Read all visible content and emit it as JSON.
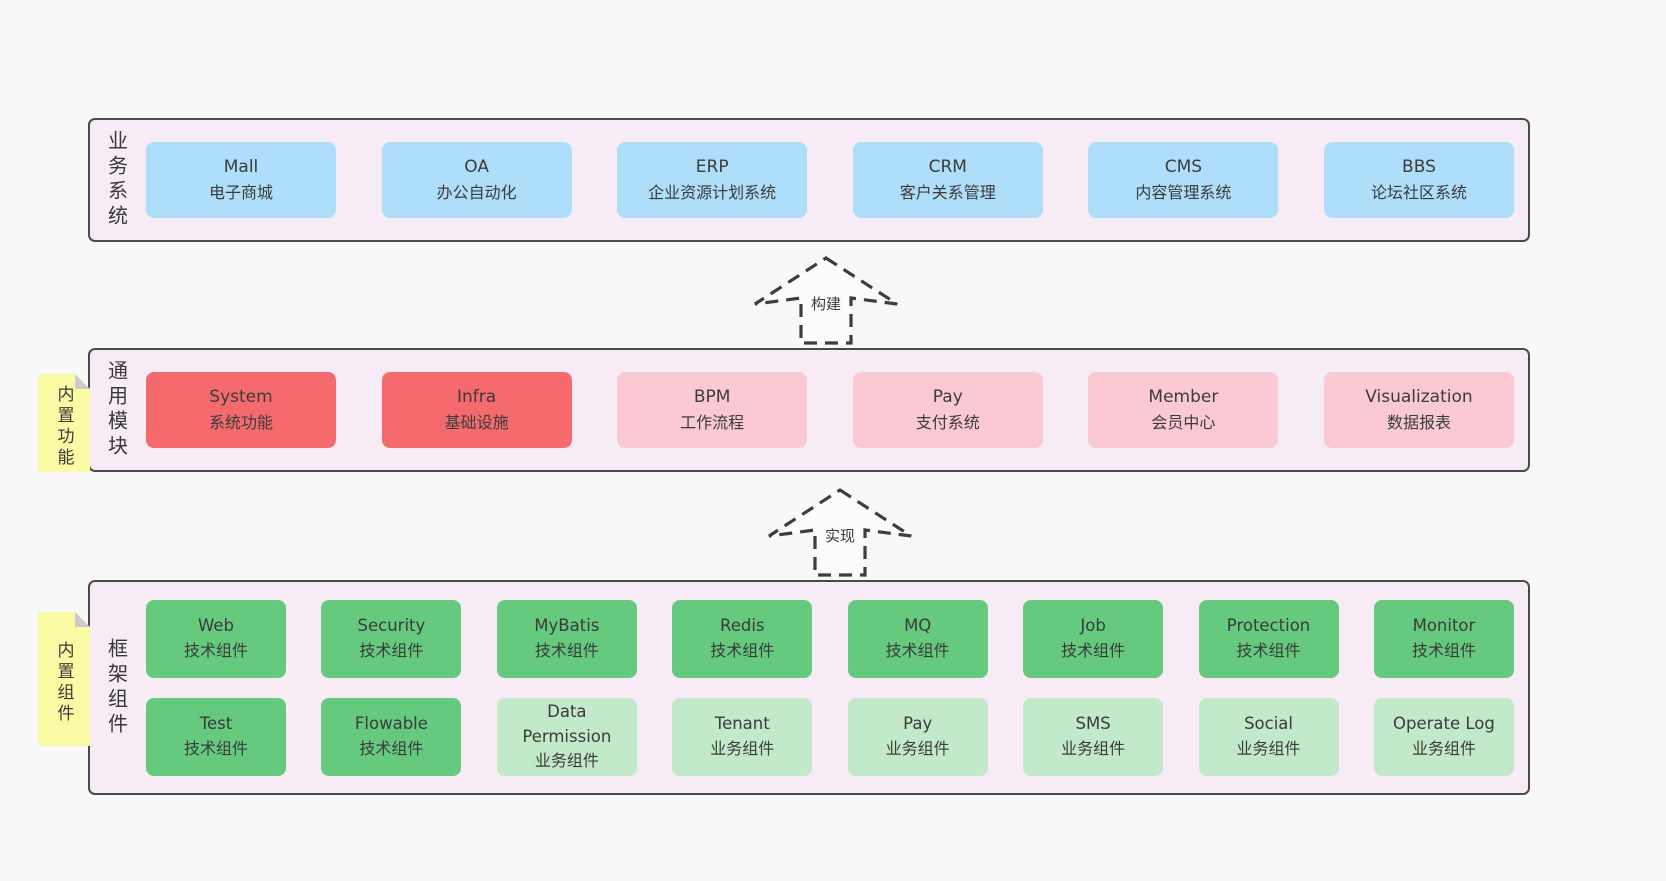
{
  "colors": {
    "page_bg": "#f8f8f8",
    "layer_bg": "#f7ecf6",
    "layer_border": "#4a4a4a",
    "blue_box": "#aedefa",
    "red_box": "#f56b6d",
    "pink_box": "#fac9d4",
    "green_box": "#65c97e",
    "light_green_box": "#c2e9c9",
    "note_yellow": "#fbfba5",
    "note_fold_gray": "#cbcbcb",
    "text": "#3b3b3b"
  },
  "arrows": [
    {
      "label": "构建"
    },
    {
      "label": "实现"
    }
  ],
  "layers": [
    {
      "id": "business",
      "label": "业务系统",
      "note": null,
      "rows": [
        [
          {
            "title": "Mall",
            "subtitle": "电子商城",
            "variant": "blue"
          },
          {
            "title": "OA",
            "subtitle": "办公自动化",
            "variant": "blue"
          },
          {
            "title": "ERP",
            "subtitle": "企业资源计划系统",
            "variant": "blue"
          },
          {
            "title": "CRM",
            "subtitle": "客户关系管理",
            "variant": "blue"
          },
          {
            "title": "CMS",
            "subtitle": "内容管理系统",
            "variant": "blue"
          },
          {
            "title": "BBS",
            "subtitle": "论坛社区系统",
            "variant": "blue"
          }
        ]
      ]
    },
    {
      "id": "modules",
      "label": "通用模块",
      "note": "内置功能",
      "rows": [
        [
          {
            "title": "System",
            "subtitle": "系统功能",
            "variant": "red"
          },
          {
            "title": "Infra",
            "subtitle": "基础设施",
            "variant": "red"
          },
          {
            "title": "BPM",
            "subtitle": "工作流程",
            "variant": "pink"
          },
          {
            "title": "Pay",
            "subtitle": "支付系统",
            "variant": "pink"
          },
          {
            "title": "Member",
            "subtitle": "会员中心",
            "variant": "pink"
          },
          {
            "title": "Visualization",
            "subtitle": "数据报表",
            "variant": "pink"
          }
        ]
      ]
    },
    {
      "id": "framework",
      "label": "框架组件",
      "note": "内置组件",
      "rows": [
        [
          {
            "title": "Web",
            "subtitle": "技术组件",
            "variant": "green"
          },
          {
            "title": "Security",
            "subtitle": "技术组件",
            "variant": "green"
          },
          {
            "title": "MyBatis",
            "subtitle": "技术组件",
            "variant": "green"
          },
          {
            "title": "Redis",
            "subtitle": "技术组件",
            "variant": "green"
          },
          {
            "title": "MQ",
            "subtitle": "技术组件",
            "variant": "green"
          },
          {
            "title": "Job",
            "subtitle": "技术组件",
            "variant": "green"
          },
          {
            "title": "Protection",
            "subtitle": "技术组件",
            "variant": "green"
          },
          {
            "title": "Monitor",
            "subtitle": "技术组件",
            "variant": "green"
          }
        ],
        [
          {
            "title": "Test",
            "subtitle": "技术组件",
            "variant": "green"
          },
          {
            "title": "Flowable",
            "subtitle": "技术组件",
            "variant": "green"
          },
          {
            "title": "Data Permission",
            "subtitle": "业务组件",
            "variant": "green-light"
          },
          {
            "title": "Tenant",
            "subtitle": "业务组件",
            "variant": "green-light"
          },
          {
            "title": "Pay",
            "subtitle": "业务组件",
            "variant": "green-light"
          },
          {
            "title": "SMS",
            "subtitle": "业务组件",
            "variant": "green-light"
          },
          {
            "title": "Social",
            "subtitle": "业务组件",
            "variant": "green-light"
          },
          {
            "title": "Operate Log",
            "subtitle": "业务组件",
            "variant": "green-light"
          }
        ]
      ]
    }
  ]
}
